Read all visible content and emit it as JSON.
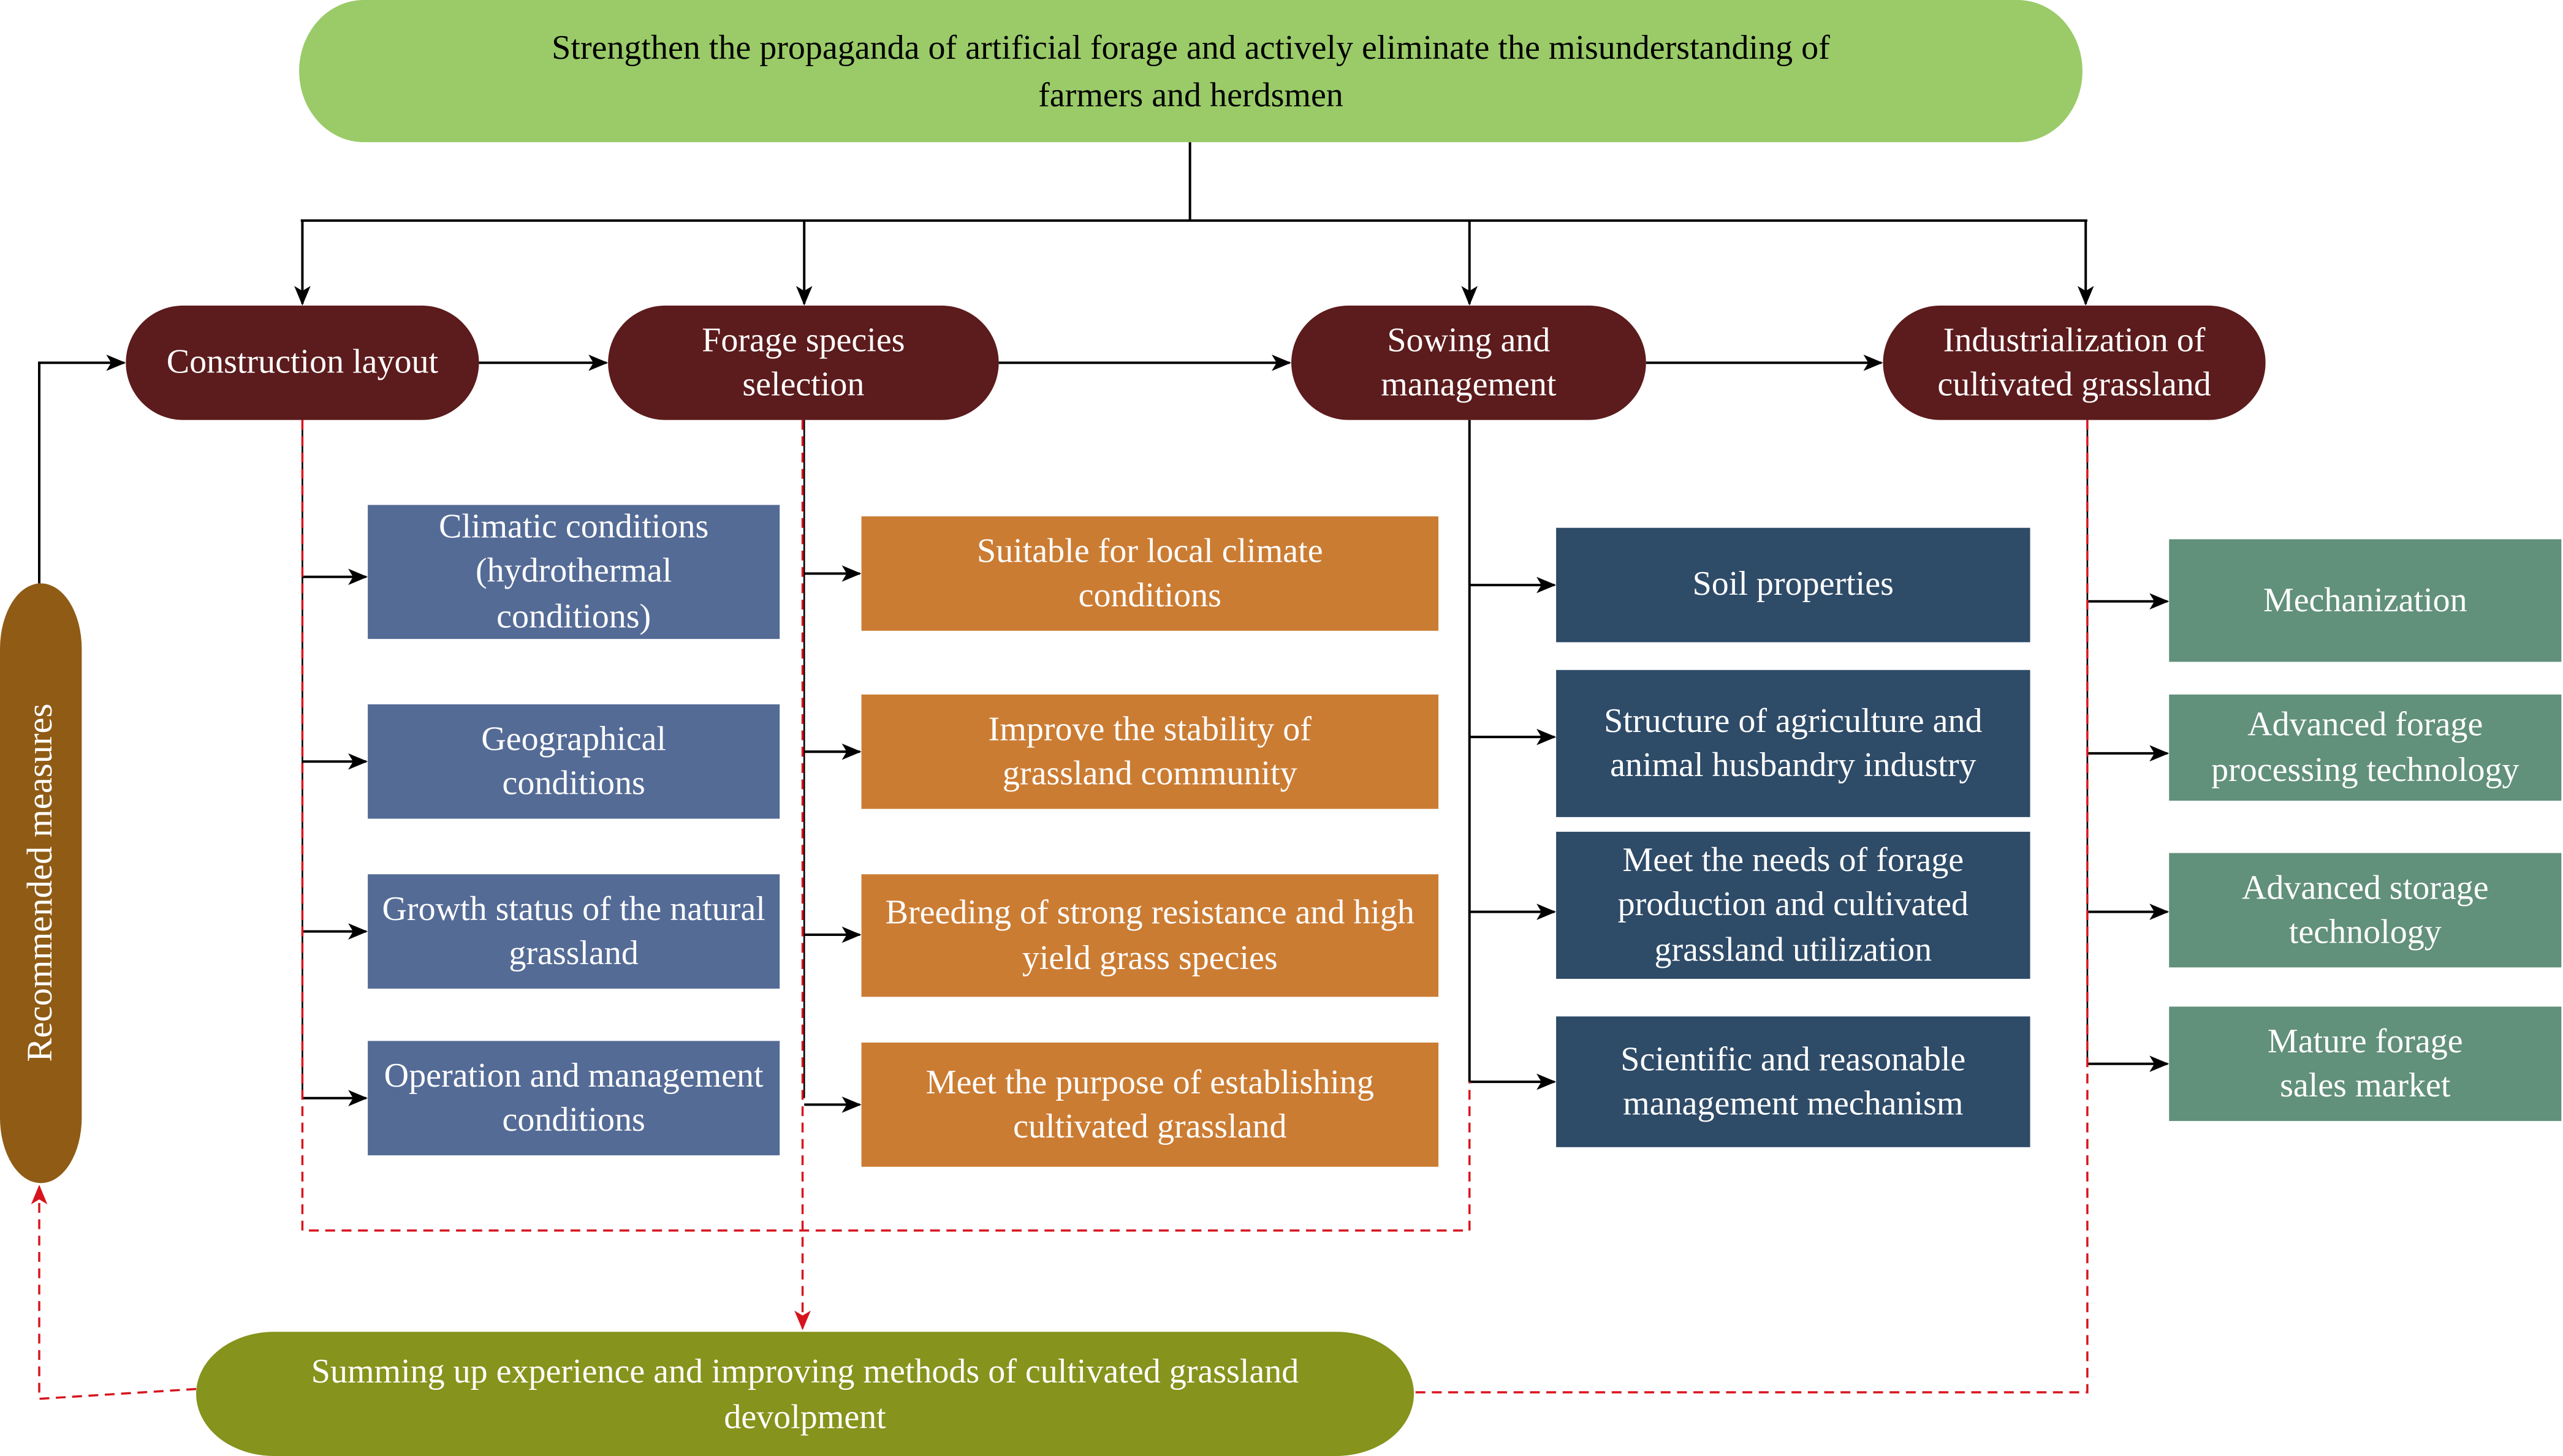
{
  "diagram": {
    "top_goal": "Strengthen the propaganda of artificial forage and actively eliminate the misunderstanding of farmers and herdsmen",
    "side_label": "Recommended measures",
    "feedback": "Summing up experience and improving methods of cultivated grassland devolpment",
    "steps": [
      {
        "label": "Construction layout",
        "color": "#5c1b1c",
        "factor_color": "#546b96",
        "factors": [
          "Climatic conditions (hydrothermal conditions)",
          "Geographical conditions",
          "Growth status of the natural grassland",
          "Operation and management conditions"
        ]
      },
      {
        "label": "Forage species selection",
        "color": "#5c1b1c",
        "factor_color": "#cb7c33",
        "factors": [
          "Suitable for local climate conditions",
          "Improve the stability of grassland community",
          "Breeding of strong resistance and high yield grass species",
          "Meet the purpose of establishing cultivated grassland"
        ]
      },
      {
        "label": "Sowing and management",
        "color": "#5c1b1c",
        "factor_color": "#2e4b68",
        "factors": [
          "Soil properties",
          "Structure of agriculture and animal husbandry industry",
          "Meet the needs of forage production and cultivated grassland utilization",
          "Scientific and reasonable management mechanism"
        ]
      },
      {
        "label": "Industrialization of cultivated grassland",
        "color": "#5c1b1c",
        "factor_color": "#61907b",
        "factors": [
          "Mechanization",
          "Advanced forage processing technology",
          "Advanced storage technology",
          "Mature forage sales market"
        ]
      }
    ],
    "colors": {
      "top_goal": "#9acb68",
      "side_label": "#8f5b15",
      "feedback": "#86931c",
      "solid_arrow": "#000000",
      "feedback_arrow": "#d7141d"
    }
  }
}
